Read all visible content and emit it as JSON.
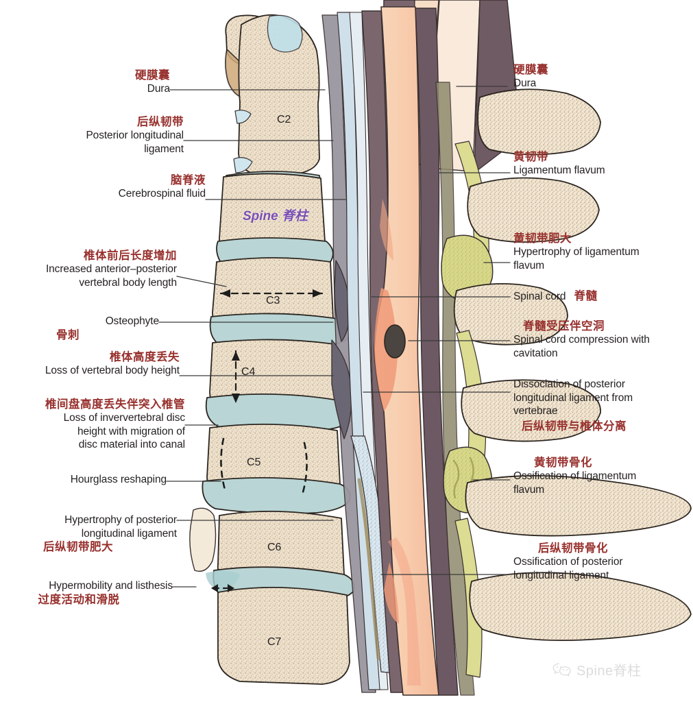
{
  "figure": {
    "title": "Degenerative cervical myelopathy — sagittal cervical spine illustration",
    "vertebra_labels": [
      "C2",
      "C3",
      "C4",
      "C5",
      "C6",
      "C7"
    ],
    "colors": {
      "bone": "#f0e4d0",
      "bone_trabecular": "#cbb89c",
      "bone_outline": "#2b2520",
      "disc": "#b9d5d5",
      "ligamentum_flavum": "#d8d88a",
      "ligamentum_flavum_ossified": "#c9c97a",
      "spinal_cord": "#f7c9ac",
      "cord_compression": "#f09a78",
      "cavitation": "#4a4540",
      "dura": "#6e5b63",
      "csf": "#cfe0ea",
      "posterior_longitudinal_ligament": "#8d8a93",
      "muscle": "#f7ddc8",
      "chinese_label": "#98322f",
      "english_label": "#231f20",
      "leader_line": "#3a3a3a",
      "watermark_purple": "#7a4fb5",
      "background": "#ffffff"
    }
  },
  "left_labels": [
    {
      "id": "dura",
      "cn": "硬膜囊",
      "en": "Dura"
    },
    {
      "id": "posterior-longitudinal-ligament",
      "cn": "后纵韧带",
      "en": "Posterior longitudinal\nligament"
    },
    {
      "id": "cerebrospinal-fluid",
      "cn": "脑脊液",
      "en": "Cerebrospinal fluid"
    },
    {
      "id": "increased-ap-vertebral-body-length",
      "cn": "椎体前后长度增加",
      "en": "Increased anterior–posterior\nvertebral body length"
    },
    {
      "id": "osteophyte",
      "cn": "骨刺",
      "en": "Osteophyte"
    },
    {
      "id": "loss-of-vertebral-body-height",
      "cn": "椎体高度丢失",
      "en": "Loss of vertebral body height"
    },
    {
      "id": "loss-of-disc-height",
      "cn": "椎间盘高度丢失伴突入椎管",
      "en": "Loss of inververtebral disc\nheight with migration of\ndisc material into canal"
    },
    {
      "id": "hourglass-reshaping",
      "cn": "",
      "en": "Hourglass reshaping"
    },
    {
      "id": "hypertrophy-posterior-longitudinal-ligament",
      "cn": "后纵韧带肥大",
      "en": "Hypertrophy of posterior\nlongitudinal ligament"
    },
    {
      "id": "hypermobility-and-listhesis",
      "cn": "过度活动和滑脱",
      "en": "Hypermobility and listhesis"
    }
  ],
  "right_labels": [
    {
      "id": "dura",
      "cn": "硬膜囊",
      "en": "Dura"
    },
    {
      "id": "ligamentum-flavum",
      "cn": "黄韧带",
      "en": "Ligamentum flavum"
    },
    {
      "id": "hypertrophy-of-ligamentum-flavum",
      "cn": "黄韧带肥大",
      "en": "Hypertrophy of ligamentum\nflavum"
    },
    {
      "id": "spinal-cord",
      "cn": "脊髓",
      "en": "Spinal cord"
    },
    {
      "id": "spinal-cord-compression-with-cavitation",
      "cn": "脊髓受压伴空洞",
      "en": "Spinal cord compression with\ncavitation"
    },
    {
      "id": "dissociation-of-pll-from-vertebrae",
      "cn": "后纵韧带与椎体分离",
      "en": "Dissociation of posterior\nlongitudinal ligament from\nvertebrae"
    },
    {
      "id": "ossification-of-ligamentum-flavum",
      "cn": "黄韧带骨化",
      "en": "Ossification of ligamentum\nflavum"
    },
    {
      "id": "ossification-of-posterior-longitudinal-ligament",
      "cn": "后纵韧带骨化",
      "en": "Ossification of posterior\nlongitudinal ligament"
    }
  ],
  "watermarks": {
    "center": "Spine 脊柱",
    "bottom_right": "Spine脊柱",
    "bottom_right_icon": "wechat-icon"
  }
}
